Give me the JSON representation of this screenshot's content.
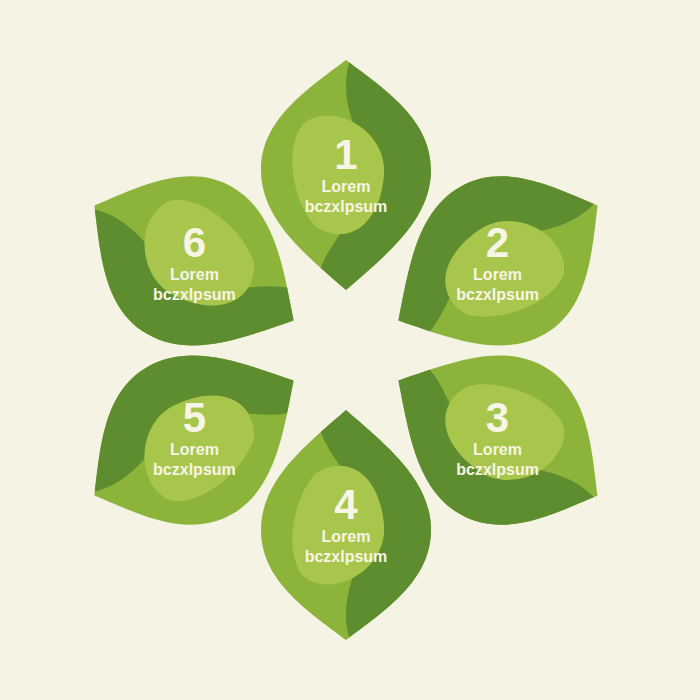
{
  "diagram": {
    "nodes": [
      {
        "text": [
          "1",
          "Lorem bczxlpsum"
        ]
      },
      {
        "text": [
          "2",
          "Lorem bczxlpsum"
        ]
      },
      {
        "text": [
          "3",
          "Lorem bczxlpsum"
        ]
      },
      {
        "text": [
          "4",
          "Lorem bczxlpsum"
        ]
      },
      {
        "text": [
          "5",
          "Lorem bczxlpsum"
        ]
      },
      {
        "text": [
          "6",
          "Lorem bczxlpsum"
        ]
      }
    ]
  }
}
